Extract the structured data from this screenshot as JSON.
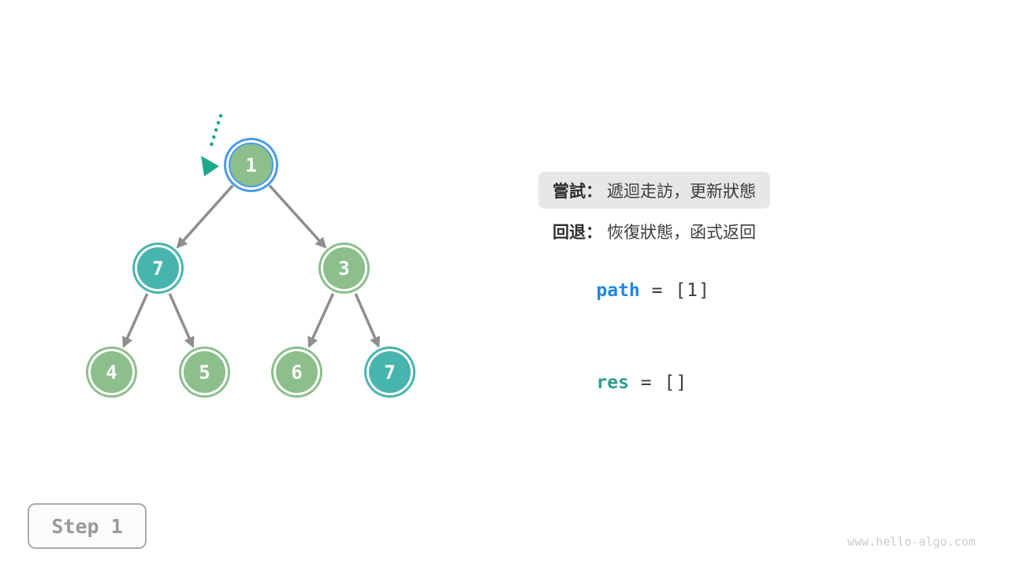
{
  "annotations": {
    "try": {
      "label": "嘗試：",
      "text": "遞迴走訪，更新狀態",
      "highlighted": true
    },
    "backtrack": {
      "label": "回退：",
      "text": "恢復狀態，函式返回",
      "highlighted": false
    }
  },
  "variables": {
    "path": {
      "name": "path",
      "rest": " = [1]"
    },
    "res": {
      "name": "res",
      "rest": " = []"
    }
  },
  "step_badge": "Step 1",
  "watermark": "www.hello-algo.com",
  "tree": {
    "nodes": [
      {
        "value": "1",
        "fill": "green",
        "state": "current",
        "ring": "blue"
      },
      {
        "value": "7",
        "fill": "teal",
        "state": "normal"
      },
      {
        "value": "3",
        "fill": "green",
        "state": "normal"
      },
      {
        "value": "4",
        "fill": "green",
        "state": "normal"
      },
      {
        "value": "5",
        "fill": "green",
        "state": "normal"
      },
      {
        "value": "6",
        "fill": "green",
        "state": "normal"
      },
      {
        "value": "7",
        "fill": "teal",
        "state": "normal"
      }
    ],
    "edges": [
      {
        "from": "1",
        "to": "7"
      },
      {
        "from": "1",
        "to": "3"
      },
      {
        "from": "7",
        "to": "4"
      },
      {
        "from": "7",
        "to": "5"
      },
      {
        "from": "3",
        "to": "6"
      },
      {
        "from": "3",
        "to": "7"
      }
    ],
    "entering_arrow": "dotted arrow pointing at root node 1"
  },
  "colors": {
    "node_green": "#8CBF8C",
    "node_teal": "#48B4AE",
    "current_ring_blue": "#4A9BE8",
    "edge_gray": "#8E8E8E",
    "entering_arrow_teal": "#1FA98B",
    "path_blue": "#1E88E5",
    "res_teal": "#319A8D",
    "highlight_bg": "#E7E7E7"
  }
}
